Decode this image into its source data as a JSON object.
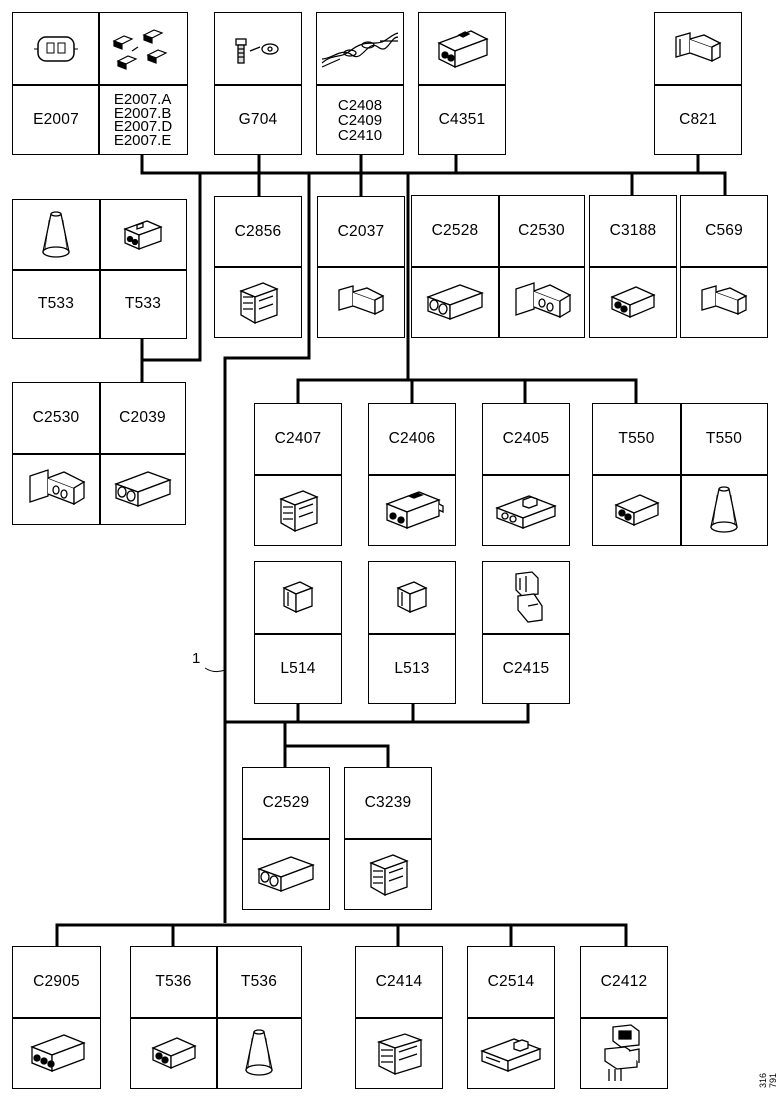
{
  "callout": "1",
  "figure_code": "316 791",
  "boxes": {
    "e2007": {
      "label": "E2007"
    },
    "e2007x": {
      "labels": [
        "E2007.A",
        "E2007.B",
        "E2007.D",
        "E2007.E"
      ]
    },
    "g704": {
      "label": "G704"
    },
    "c2408": {
      "labels": [
        "C2408",
        "C2409",
        "C2410"
      ]
    },
    "c4351": {
      "label": "C4351"
    },
    "c821": {
      "label": "C821"
    },
    "t533a": {
      "label": "T533"
    },
    "t533b": {
      "label": "T533"
    },
    "c2856": {
      "label": "C2856"
    },
    "c2037": {
      "label": "C2037"
    },
    "c2528": {
      "label": "C2528"
    },
    "c2530a": {
      "label": "C2530"
    },
    "c3188": {
      "label": "C3188"
    },
    "c569": {
      "label": "C569"
    },
    "c2530b": {
      "label": "C2530"
    },
    "c2039": {
      "label": "C2039"
    },
    "c2407": {
      "label": "C2407"
    },
    "c2406": {
      "label": "C2406"
    },
    "c2405": {
      "label": "C2405"
    },
    "t550a": {
      "label": "T550"
    },
    "t550b": {
      "label": "T550"
    },
    "l514": {
      "label": "L514"
    },
    "l513": {
      "label": "L513"
    },
    "c2415": {
      "label": "C2415"
    },
    "c2529": {
      "label": "C2529"
    },
    "c3239": {
      "label": "C3239"
    },
    "c2905": {
      "label": "C2905"
    },
    "t536a": {
      "label": "T536"
    },
    "t536b": {
      "label": "T536"
    },
    "c2414": {
      "label": "C2414"
    },
    "c2514": {
      "label": "C2514"
    },
    "c2412": {
      "label": "C2412"
    }
  }
}
